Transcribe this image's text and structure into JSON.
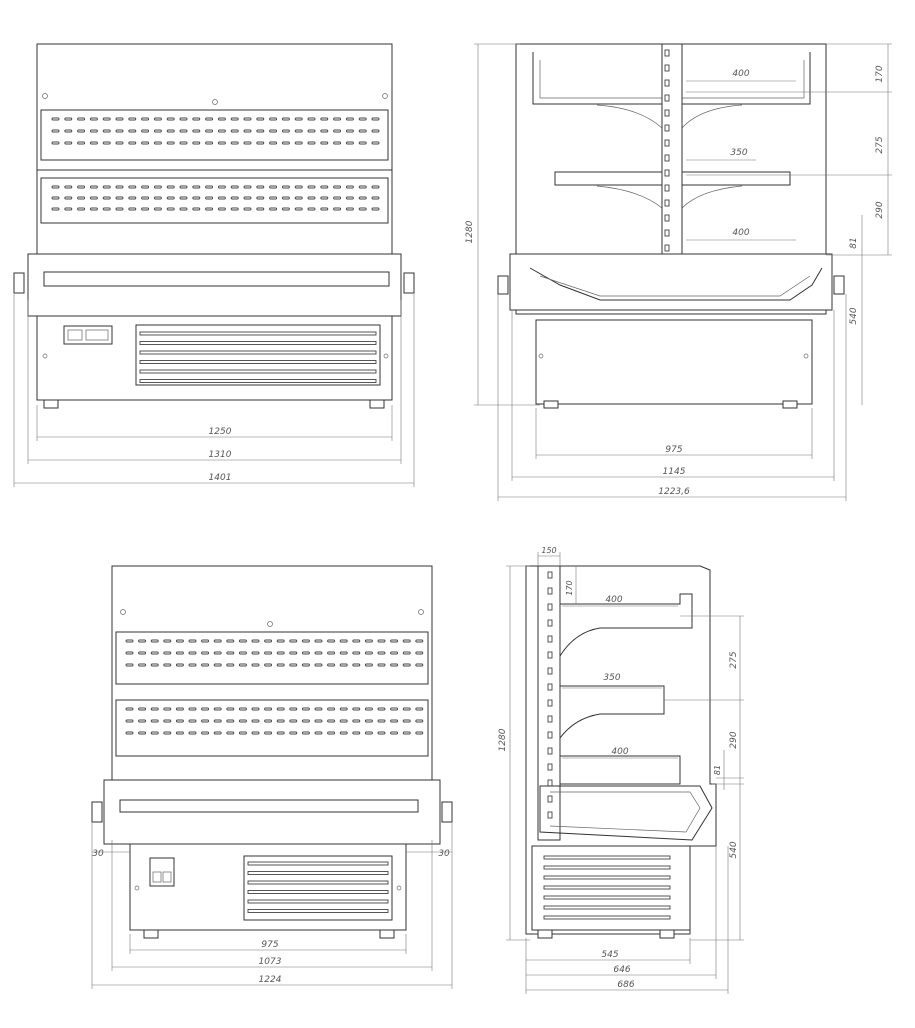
{
  "views": {
    "front_top": {
      "dims": {
        "w1": "1250",
        "w2": "1310",
        "w3": "1401"
      }
    },
    "side_top": {
      "dims": {
        "shelf_top": "400",
        "shelf_mid": "350",
        "shelf_bottom": "400",
        "h170": "170",
        "h275": "275",
        "h290": "290",
        "h81": "81",
        "h1280": "1280",
        "h540": "540",
        "w975": "975",
        "w1145": "1145",
        "w1223": "1223,6"
      }
    },
    "front_bottom": {
      "dims": {
        "side_left": "30",
        "side_right": "30",
        "w975": "975",
        "w1073": "1073",
        "w1224": "1224"
      }
    },
    "side_bottom": {
      "dims": {
        "top150": "150",
        "h170": "170",
        "shelf_top": "400",
        "h275": "275",
        "shelf_mid": "350",
        "h290": "290",
        "shelf_bottom": "400",
        "h81": "81",
        "h1280": "1280",
        "h540": "540",
        "w545": "545",
        "w646": "646",
        "w686": "686"
      }
    }
  }
}
